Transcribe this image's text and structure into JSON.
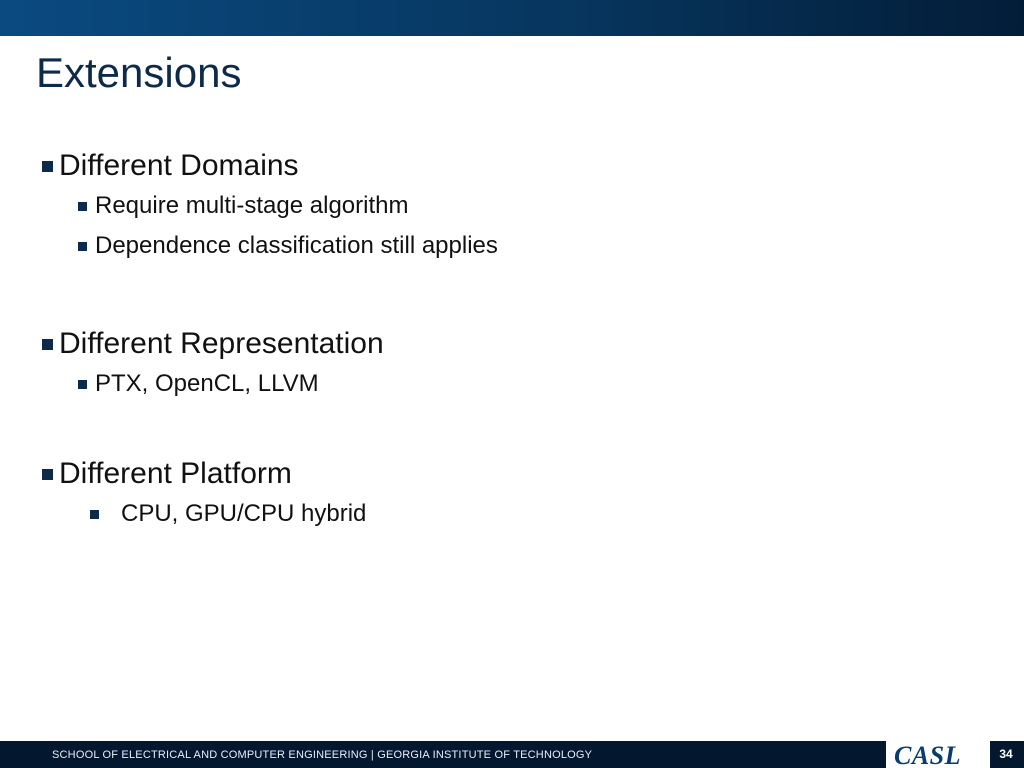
{
  "slide": {
    "title": "Extensions",
    "sections": [
      {
        "heading": "Different Domains",
        "items": [
          "Require multi-stage algorithm",
          "Dependence classification still applies"
        ]
      },
      {
        "heading": "Different Representation",
        "items": [
          "PTX, OpenCL, LLVM"
        ]
      },
      {
        "heading": "Different Platform",
        "items": [
          "CPU, GPU/CPU hybrid"
        ]
      }
    ]
  },
  "footer": {
    "institution": "SCHOOL OF ELECTRICAL AND COMPUTER ENGINEERING | GEORGIA INSTITUTE OF TECHNOLOGY",
    "logo": "CASL",
    "page_number": "34"
  },
  "colors": {
    "header_bar": "#07365f",
    "title": "#0d2a4a",
    "footer_bar": "#03182f",
    "logo": "#0a3d6e"
  }
}
